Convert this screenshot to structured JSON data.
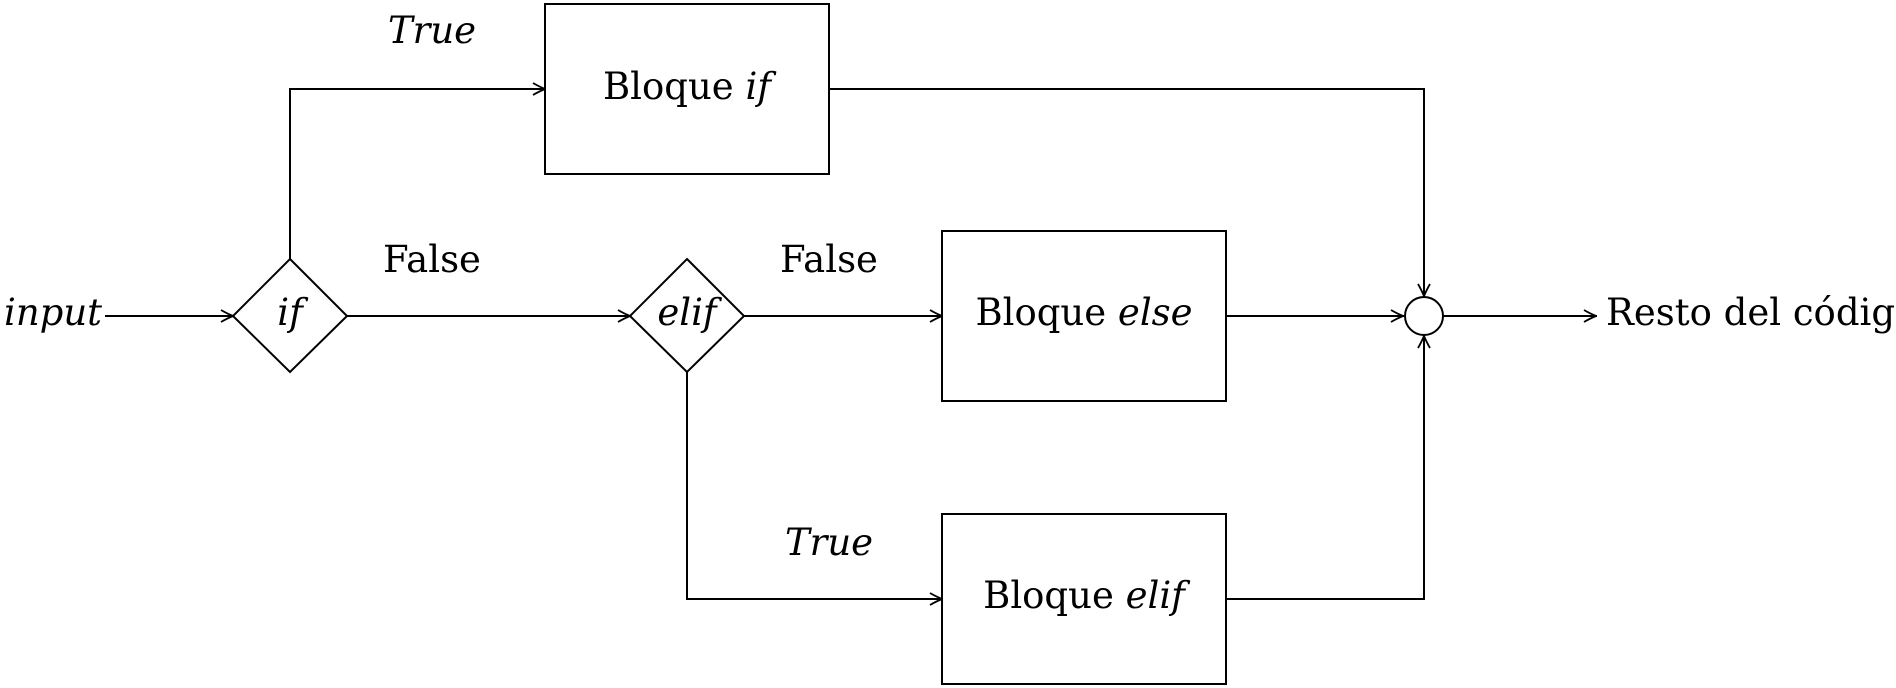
{
  "input_label": "input",
  "output_label": "Resto del código",
  "decisions": {
    "if": "if",
    "elif": "elif"
  },
  "blocks": {
    "if": {
      "prefix": "Bloque ",
      "keyword": "if"
    },
    "else": {
      "prefix": "Bloque ",
      "keyword": "else"
    },
    "elif": {
      "prefix": "Bloque ",
      "keyword": "elif"
    }
  },
  "edge_labels": {
    "if_true": "True",
    "if_false": "False",
    "elif_false": "False",
    "elif_true": "True"
  }
}
